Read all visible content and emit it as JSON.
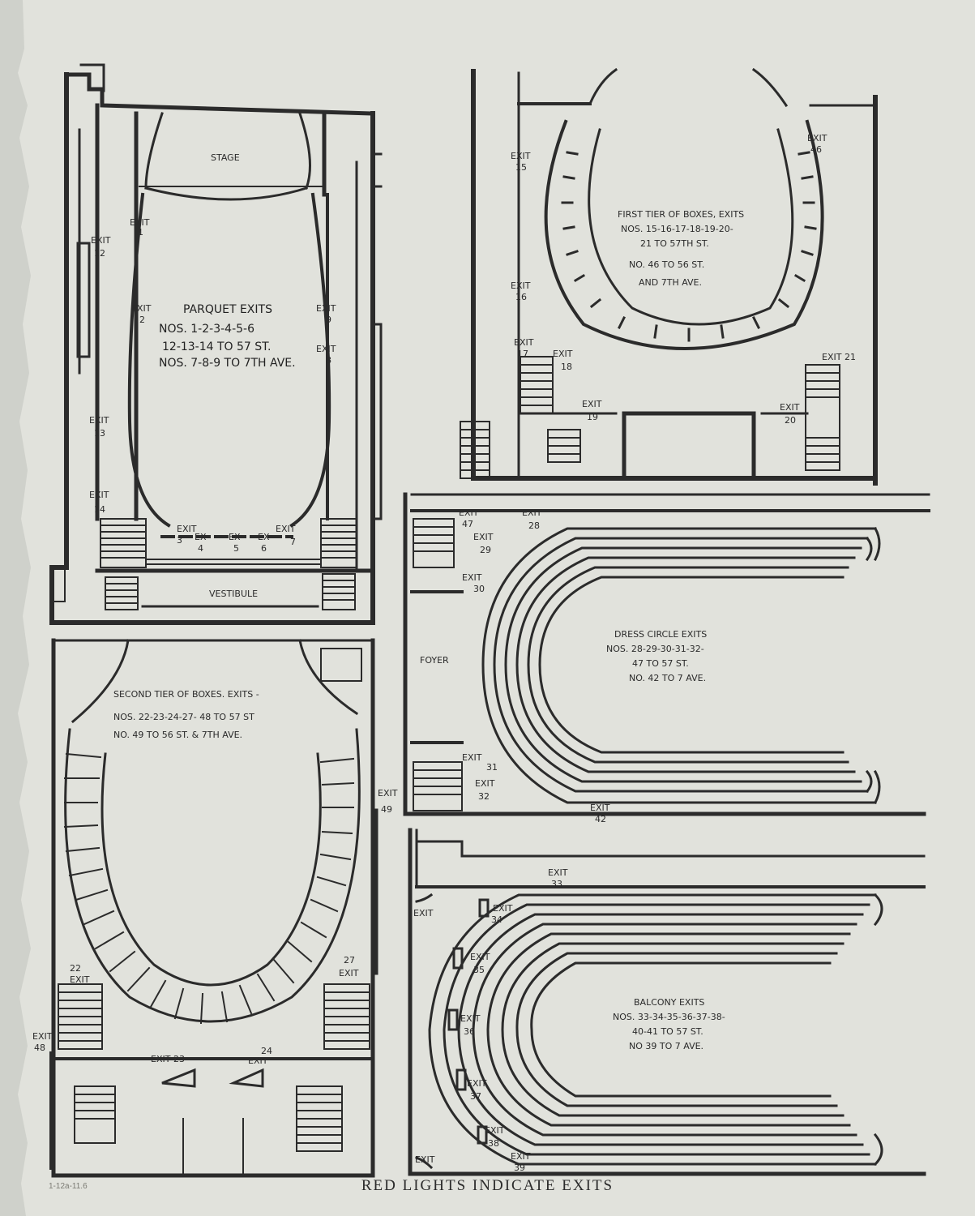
{
  "footer": {
    "caption": "RED LIGHTS INDICATE EXITS",
    "archive_mark": "1-12a-11.6"
  },
  "parquet": {
    "stage": "STAGE",
    "vestibule": "VESTIBULE",
    "title": "PARQUET EXITS",
    "line1": "NOS. 1-2-3-4-5-6",
    "line2": "12-13-14 TO 57 ST.",
    "line3": "NOS. 7-8-9 TO 7TH AVE.",
    "exits": {
      "e1": "1",
      "e2": "2",
      "e3": "3",
      "e4": "4",
      "e5": "5",
      "e6": "6",
      "e7": "7",
      "e8": "8",
      "e9": "9",
      "e12": "12",
      "e13": "13",
      "e14": "14",
      "word": "EXIT",
      "ex": "EX"
    }
  },
  "first_tier": {
    "title": "FIRST TIER OF BOXES, EXITS",
    "line1": "NOS. 15-16-17-18-19-20-",
    "line2": "21 TO 57TH ST.",
    "line3": "NO. 46 TO 56 ST.",
    "line4": "AND 7TH AVE.",
    "exits": {
      "e15": "15",
      "e16": "16",
      "e17": "17",
      "e18": "18",
      "e19": "19",
      "e20": "20",
      "e21": "EXIT 21",
      "e46": "46"
    }
  },
  "second_tier": {
    "title": "SECOND TIER OF BOXES. EXITS -",
    "line1": "NOS. 22-23-24-27- 48 TO 57 ST",
    "line2": "NO. 49 TO 56 ST. & 7TH AVE.",
    "exits": {
      "e22": "22",
      "e23": "EXIT 23",
      "e24": "24",
      "e27": "27",
      "e48": "48",
      "e49": "49"
    }
  },
  "dress_circle": {
    "foyer": "FOYER",
    "title": "DRESS CIRCLE EXITS",
    "line1": "NOS. 28-29-30-31-32-",
    "line2": "47 TO 57 ST.",
    "line3": "NO. 42 TO 7 AVE.",
    "exits": {
      "e28": "28",
      "e29": "29",
      "e30": "30",
      "e31": "31",
      "e32": "32",
      "e42": "42",
      "e47": "47"
    }
  },
  "balcony": {
    "title": "BALCONY EXITS",
    "line1": "NOS. 33-34-35-36-37-38-",
    "line2": "40-41 TO 57 ST.",
    "line3": "NO 39 TO 7 AVE.",
    "exits": {
      "e33": "33",
      "e34": "34",
      "e35": "35",
      "e36": "36",
      "e37": "37",
      "e38": "38",
      "e39": "39"
    }
  },
  "colors": {
    "ink": "#2b2b2b",
    "paper": "#e1e2dc"
  }
}
